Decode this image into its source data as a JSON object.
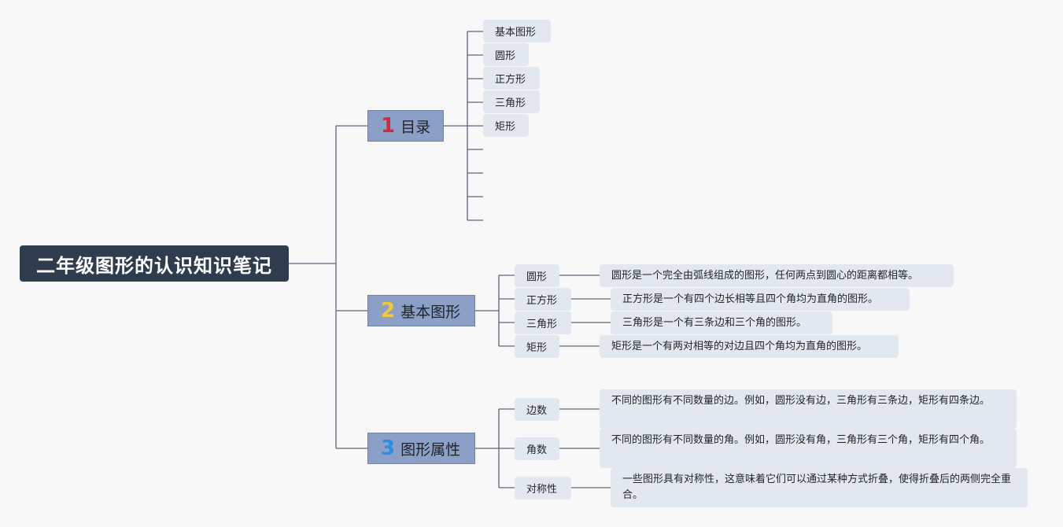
{
  "root": {
    "title": "二年级图形的认识知识笔记"
  },
  "branches": [
    {
      "number": "1",
      "number_color": "#d9263b",
      "label": "目录",
      "items": [
        "基本图形",
        "圆形",
        "正方形",
        "三角形",
        "矩形"
      ]
    },
    {
      "number": "2",
      "number_color": "#f2c93a",
      "label": "基本图形",
      "items": [
        {
          "name": "圆形",
          "desc": "圆形是一个完全由弧线组成的图形，任何两点到圆心的距离都相等。"
        },
        {
          "name": "正方形",
          "desc": "正方形是一个有四个边长相等且四个角均为直角的图形。"
        },
        {
          "name": "三角形",
          "desc": "三角形是一个有三条边和三个角的图形。"
        },
        {
          "name": "矩形",
          "desc": "矩形是一个有两对相等的对边且四个角均为直角的图形。"
        }
      ]
    },
    {
      "number": "3",
      "number_color": "#2a8fe0",
      "label": "图形属性",
      "items": [
        {
          "name": "边数",
          "desc": "不同的图形有不同数量的边。例如，圆形没有边，三角形有三条边，矩形有四条边。"
        },
        {
          "name": "角数",
          "desc": "不同的图形有不同数量的角。例如，圆形没有角，三角形有三个角，矩形有四个角。"
        },
        {
          "name": "对称性",
          "desc": "一些图形具有对称性，这意味着它们可以通过某种方式折叠，使得折叠后的两侧完全重合。"
        }
      ]
    }
  ]
}
